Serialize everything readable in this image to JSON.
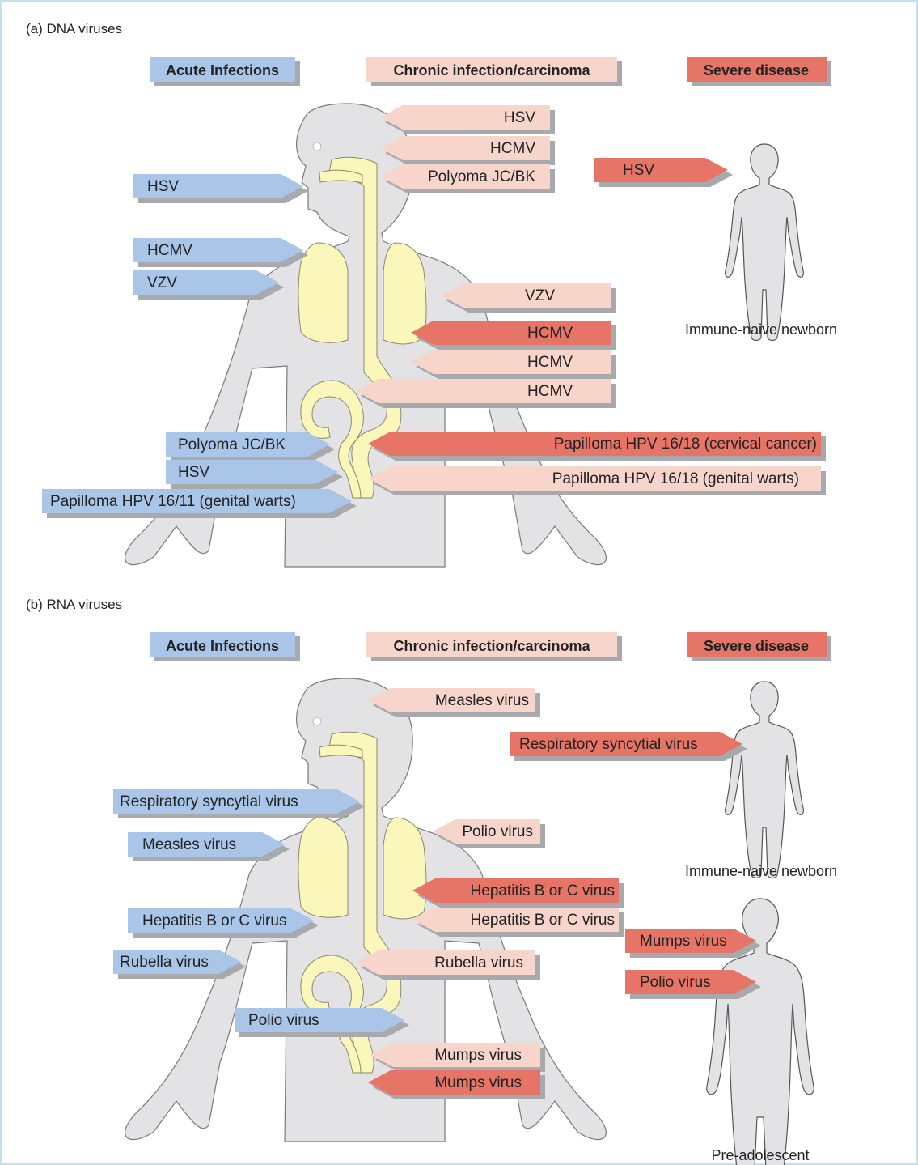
{
  "colors": {
    "acute_blue": "#a9c6e8",
    "chronic_pink": "#f8d5cb",
    "severe_red": "#e67467",
    "body_gray": "#e3e3e5",
    "organ_yellow": "#fbf6b9",
    "shadow_gray": "#a7a9ad",
    "border": "#c6e1ee"
  },
  "panel_a": {
    "title": "(a)  DNA viruses",
    "headers": {
      "acute": "Acute Infections",
      "chronic": "Chronic infection/carcinoma",
      "severe": "Severe disease"
    },
    "newborn_caption": "Immune-naive newborn",
    "labels": {
      "hsv_brain": "HSV",
      "hcmv_brain": "HCMV",
      "polyoma_brain": "Polyoma JC/BK",
      "hsv_newborn": "HSV",
      "hsv_mouth": "HSV",
      "hcmv_lung": "HCMV",
      "vzv_skin": "VZV",
      "vzv_chronic": "VZV",
      "hcmv_severe": "HCMV",
      "hcmv_c2": "HCMV",
      "hcmv_c3": "HCMV",
      "polyoma_kidney": "Polyoma JC/BK",
      "hpv_cervical": "Papilloma HPV 16/18 (cervical cancer)",
      "hsv_genital": "HSV",
      "hpv_warts_chronic": "Papilloma HPV 16/18 (genital warts)",
      "hpv_warts_acute": "Papilloma HPV 16/11 (genital warts)"
    }
  },
  "panel_b": {
    "title": "(b)  RNA viruses",
    "headers": {
      "acute": "Acute Infections",
      "chronic": "Chronic infection/carcinoma",
      "severe": "Severe disease"
    },
    "newborn_caption": "Immune-naive newborn",
    "preadolescent_caption": "Pre-adolescent",
    "labels": {
      "measles_brain": "Measles virus",
      "rsv_newborn": "Respiratory syncytial virus",
      "rsv_acute": "Respiratory syncytial virus",
      "polio_chronic": "Polio virus",
      "measles_acute": "Measles virus",
      "hep_severe": "Hepatitis B or C virus",
      "hep_acute": "Hepatitis B or C virus",
      "hep_chronic": "Hepatitis B or C virus",
      "mumps_pre": "Mumps virus",
      "rubella_acute": "Rubella virus",
      "rubella_chronic": "Rubella virus",
      "polio_pre": "Polio virus",
      "polio_acute": "Polio virus",
      "mumps_chronic": "Mumps virus",
      "mumps_severe": "Mumps virus"
    }
  }
}
